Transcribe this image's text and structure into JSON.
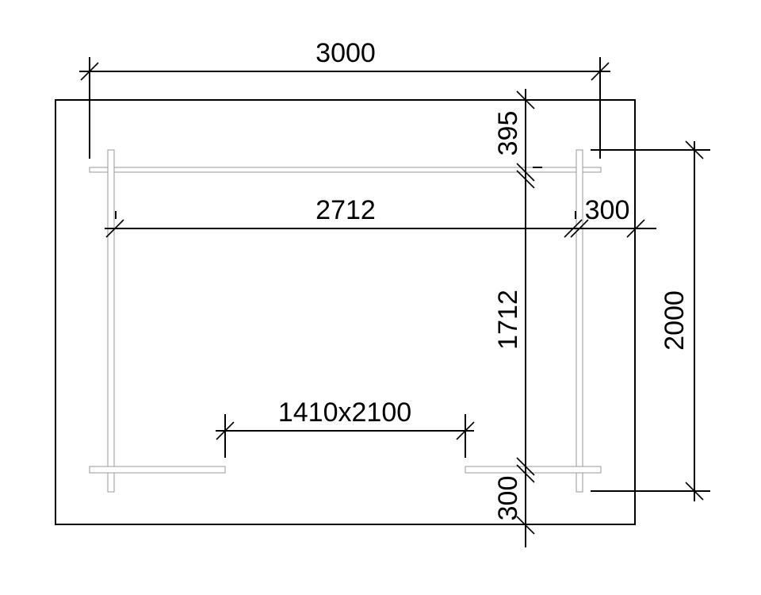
{
  "dimensions": {
    "overall_width": "3000",
    "inner_width": "2712",
    "top_offset": "395",
    "right_offset": "300",
    "inner_height": "1712",
    "overall_height": "2000",
    "bottom_offset": "300",
    "door_opening": "1410x2100"
  },
  "colors": {
    "line": "#000000",
    "wall_outline": "#9a9a9a",
    "background": "#ffffff"
  }
}
